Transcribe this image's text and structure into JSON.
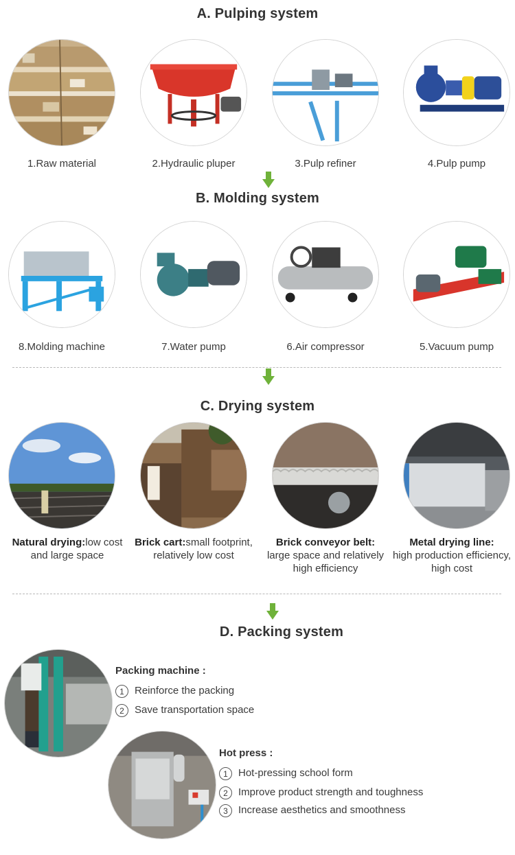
{
  "sections": {
    "a_title": "A. Pulping system",
    "b_title": "B. Molding system",
    "c_title": "C. Drying system",
    "d_title": "D. Packing system"
  },
  "pulping": [
    {
      "caption": "1.Raw material",
      "icon": "raw-material-bale"
    },
    {
      "caption": "2.Hydraulic pluper",
      "icon": "hydraulic-pulper"
    },
    {
      "caption": "3.Pulp refiner",
      "icon": "pulp-refiner"
    },
    {
      "caption": "4.Pulp pump",
      "icon": "pulp-pump"
    }
  ],
  "molding": [
    {
      "caption": "8.Molding machine",
      "icon": "molding-machine"
    },
    {
      "caption": "7.Water pump",
      "icon": "water-pump"
    },
    {
      "caption": "6.Air compressor",
      "icon": "air-compressor"
    },
    {
      "caption": "5.Vacuum pump",
      "icon": "vacuum-pump"
    }
  ],
  "drying": [
    {
      "bold": "Natural drying:",
      "text": "low cost and large space"
    },
    {
      "bold": "Brick cart:",
      "text": "small footprint, relatively low cost"
    },
    {
      "bold": "Brick conveyor belt:",
      "text": "large space and relatively high efficiency"
    },
    {
      "bold": "Metal drying line:",
      "text": "high production efficiency, high cost"
    }
  ],
  "packing": {
    "machine_title": "Packing machine :",
    "machine_items": [
      "Reinforce the packing",
      "Save transportation space"
    ],
    "press_title": "Hot press :",
    "press_items": [
      "Hot-pressing school form",
      "Improve product strength and toughness",
      "Increase aesthetics and smoothness"
    ],
    "numbers": [
      "1",
      "2",
      "3"
    ]
  },
  "colors": {
    "arrow_green": "#6fb23a",
    "title_text": "#333333",
    "divider": "#b8b8b8",
    "circle_border": "#d4d4d4"
  }
}
